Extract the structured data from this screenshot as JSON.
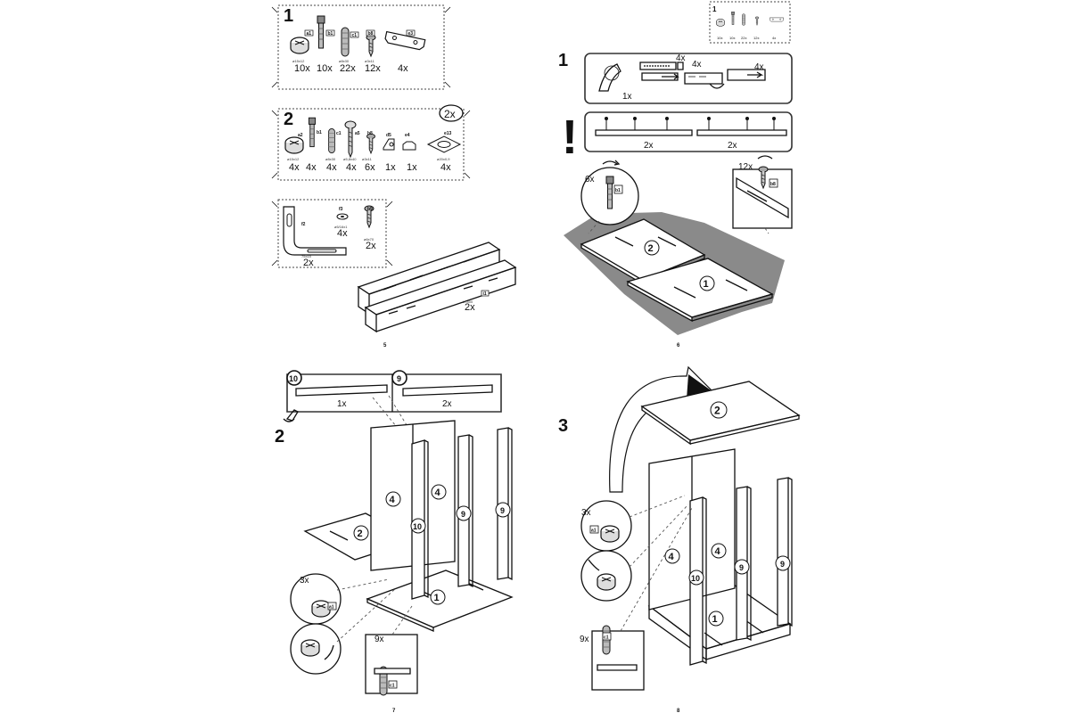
{
  "pages": {
    "p5": {
      "number": "5",
      "panel1": {
        "step": "1",
        "items": [
          {
            "code": "a1",
            "dim": "ø15x12",
            "qty": "10x"
          },
          {
            "code": "b1",
            "dim": "",
            "qty": "10x"
          },
          {
            "code": "c1",
            "dim": "ø8x30",
            "qty": "22x"
          },
          {
            "code": "b8",
            "dim": "ø3x11",
            "qty": "12x"
          },
          {
            "code": "e3",
            "dim": "",
            "qty": "4x"
          }
        ]
      },
      "panel2": {
        "step": "2",
        "multiplier": "2x",
        "items": [
          {
            "code": "a2",
            "dim": "ø15x12",
            "qty": "4x"
          },
          {
            "code": "b1",
            "dim": "",
            "qty": "4x"
          },
          {
            "code": "c1",
            "dim": "ø8x30",
            "qty": "4x"
          },
          {
            "code": "a5",
            "dim": "ø5,8x40",
            "qty": "4x"
          },
          {
            "code": "b8",
            "dim": "ø3x11",
            "qty": "6x"
          },
          {
            "code": "d5",
            "dim": "",
            "qty": "1x"
          },
          {
            "code": "e4",
            "dim": "",
            "qty": "1x"
          },
          {
            "code": "e13",
            "dim": "ø20x0,9",
            "qty": "4x"
          }
        ]
      },
      "panel3": {
        "items": [
          {
            "code": "f2",
            "dim": "75x15",
            "qty": "2x"
          },
          {
            "code": "f3",
            "dim": "ø5/16x1",
            "qty": "4x"
          },
          {
            "code": "b9",
            "dim": "ø6x70",
            "qty": "2x"
          }
        ]
      },
      "rails": {
        "code": "i1",
        "dim": "L=400",
        "qty": "2x"
      }
    },
    "p6": {
      "number": "6",
      "thumb": {
        "step": "1",
        "codes": [
          "a1",
          "b1",
          "c1",
          "b8",
          "e3"
        ],
        "qtys": [
          "10x",
          "10x",
          "22x",
          "12x",
          "4x"
        ]
      },
      "step": "1",
      "rail_detail": {
        "q1": "4x",
        "q2": "4x",
        "q3": "4x",
        "q4": "1x"
      },
      "warning": "!",
      "warning_qtys": [
        "2x",
        "2x"
      ],
      "callout_left": {
        "qty": "6x",
        "code": "b1"
      },
      "callout_right": {
        "qty": "12x",
        "code": "b8"
      },
      "panel_nums": [
        "2",
        "1"
      ]
    },
    "p7": {
      "number": "7",
      "step": "2",
      "parts": [
        {
          "num": "10",
          "qty": "1x"
        },
        {
          "num": "9",
          "qty": "2x"
        }
      ],
      "panel_labels": [
        "4",
        "4",
        "10",
        "9",
        "9",
        "2",
        "1"
      ],
      "callouts": [
        {
          "qty": "3x",
          "code": "a1"
        },
        {
          "qty": "9x",
          "code": "c1"
        }
      ]
    },
    "p8": {
      "number": "8",
      "step": "3",
      "panel_labels": [
        "2",
        "4",
        "4",
        "10",
        "9",
        "9",
        "1"
      ],
      "callouts": [
        {
          "qty": "3x",
          "code": "a1"
        },
        {
          "qty": "9x",
          "code": "c1"
        }
      ]
    }
  }
}
